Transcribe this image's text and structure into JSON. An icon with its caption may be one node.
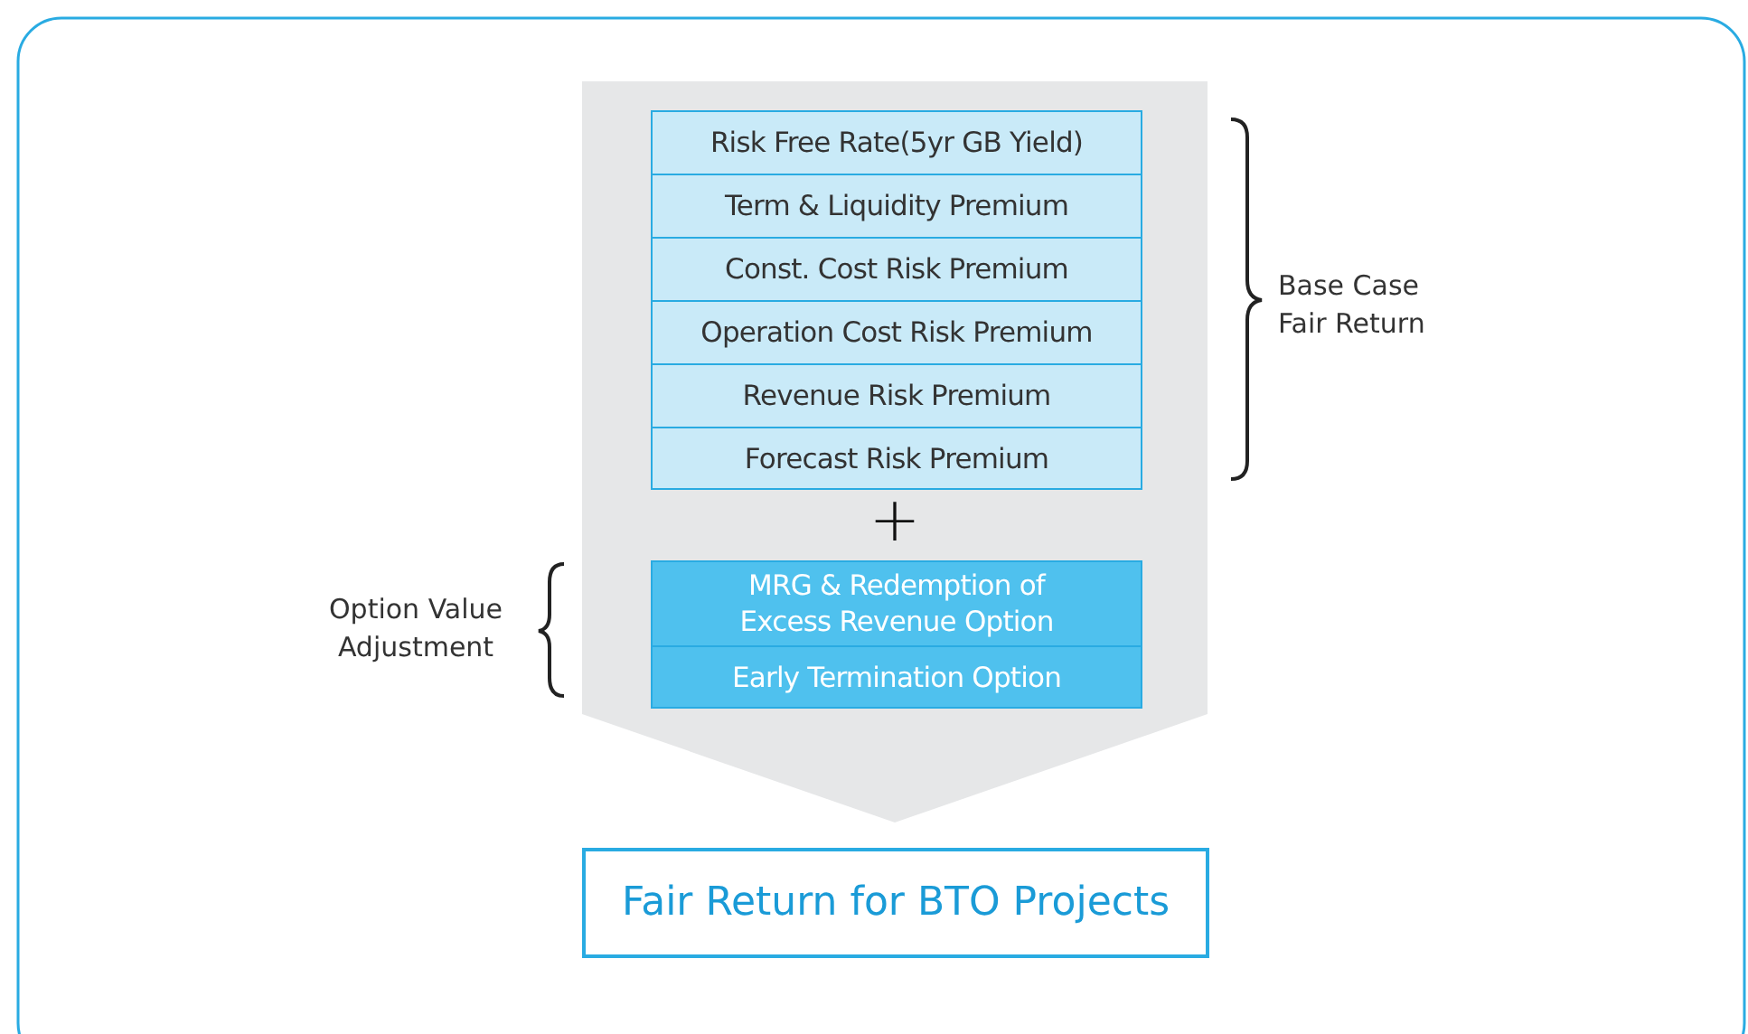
{
  "diagram": {
    "nodes": [
      {
        "text": [],
        "shape": "arrow"
      },
      {
        "text": [
          "Risk Free Rate(5yr GB Yield)"
        ],
        "in": 0
      },
      {
        "text": [
          "Term & Liquidity Premium"
        ],
        "in": 0
      },
      {
        "text": [
          "Const. Cost Risk Premium"
        ],
        "in": 0
      },
      {
        "text": [
          "Operation Cost Risk Premium"
        ],
        "in": 0
      },
      {
        "text": [
          "Revenue Risk Premium"
        ],
        "in": 0
      },
      {
        "text": [
          "Forecast Risk Premium"
        ],
        "in": 0
      },
      {
        "text": [
          "MRG & Redemption of Excess Revenue Option"
        ],
        "in": 0
      },
      {
        "text": [
          "Early Termination Option"
        ],
        "in": 0
      },
      {
        "text": [
          "Fair Return for BTO Projects"
        ]
      }
    ],
    "labels": [
      "Base Case Fair Return",
      "+",
      "Option Value Adjustment"
    ]
  }
}
